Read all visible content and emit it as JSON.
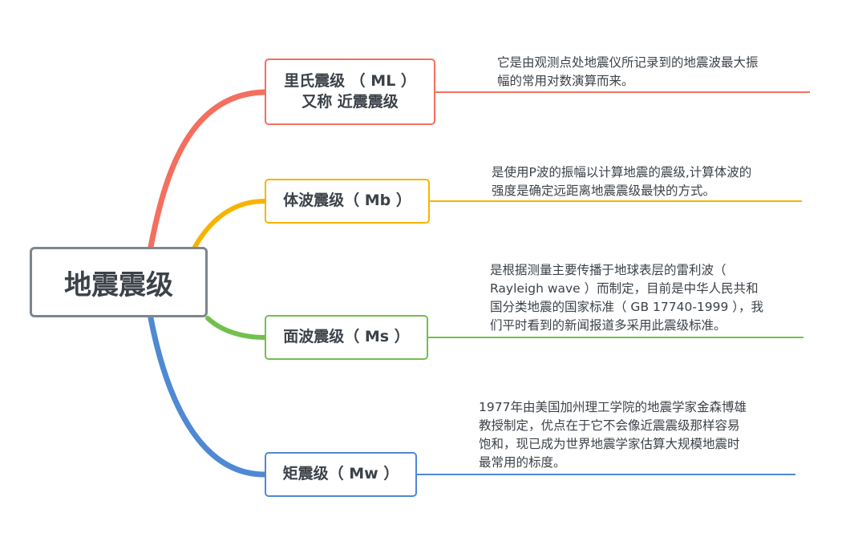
{
  "root": {
    "label": "地震震级"
  },
  "branches": [
    {
      "line1": "里氏震级 （ ML ）",
      "line2": "又称 近震震级",
      "desc_lines": [
        "它是由观测点处地震仪所记录到的地震波最大振",
        "幅的常用对数演算而来。"
      ]
    },
    {
      "line1": "体波震级（ Mb ）",
      "desc_lines": [
        "是使用P波的振幅以计算地震的震级,计算体波的",
        "强度是确定远距离地震震级最快的方式。"
      ]
    },
    {
      "line1": "面波震级（ Ms ）",
      "desc_lines": [
        "是根据测量主要传播于地球表层的雷利波（",
        "Rayleigh wave ）而制定，目前是中华人民共和",
        "国分类地震的国家标准（ GB 17740-1999 ），我",
        "们平时看到的新闻报道多采用此震级标准。"
      ]
    },
    {
      "line1": "矩震级（ Mw ）",
      "desc_lines": [
        "1977年由美国加州理工学院的地震学家金森博雄",
        "教授制定，优点在于它不会像近震震级那样容易",
        "饱和，现已成为世界地震学家估算大规模地震时",
        "最常用的标度。"
      ]
    }
  ],
  "colors": {
    "root_border": "#7d8590",
    "ml": "#f36f5f",
    "mb": "#f5b400",
    "ms": "#72c04e",
    "mw": "#4f89d3",
    "text": "#3c4249"
  }
}
